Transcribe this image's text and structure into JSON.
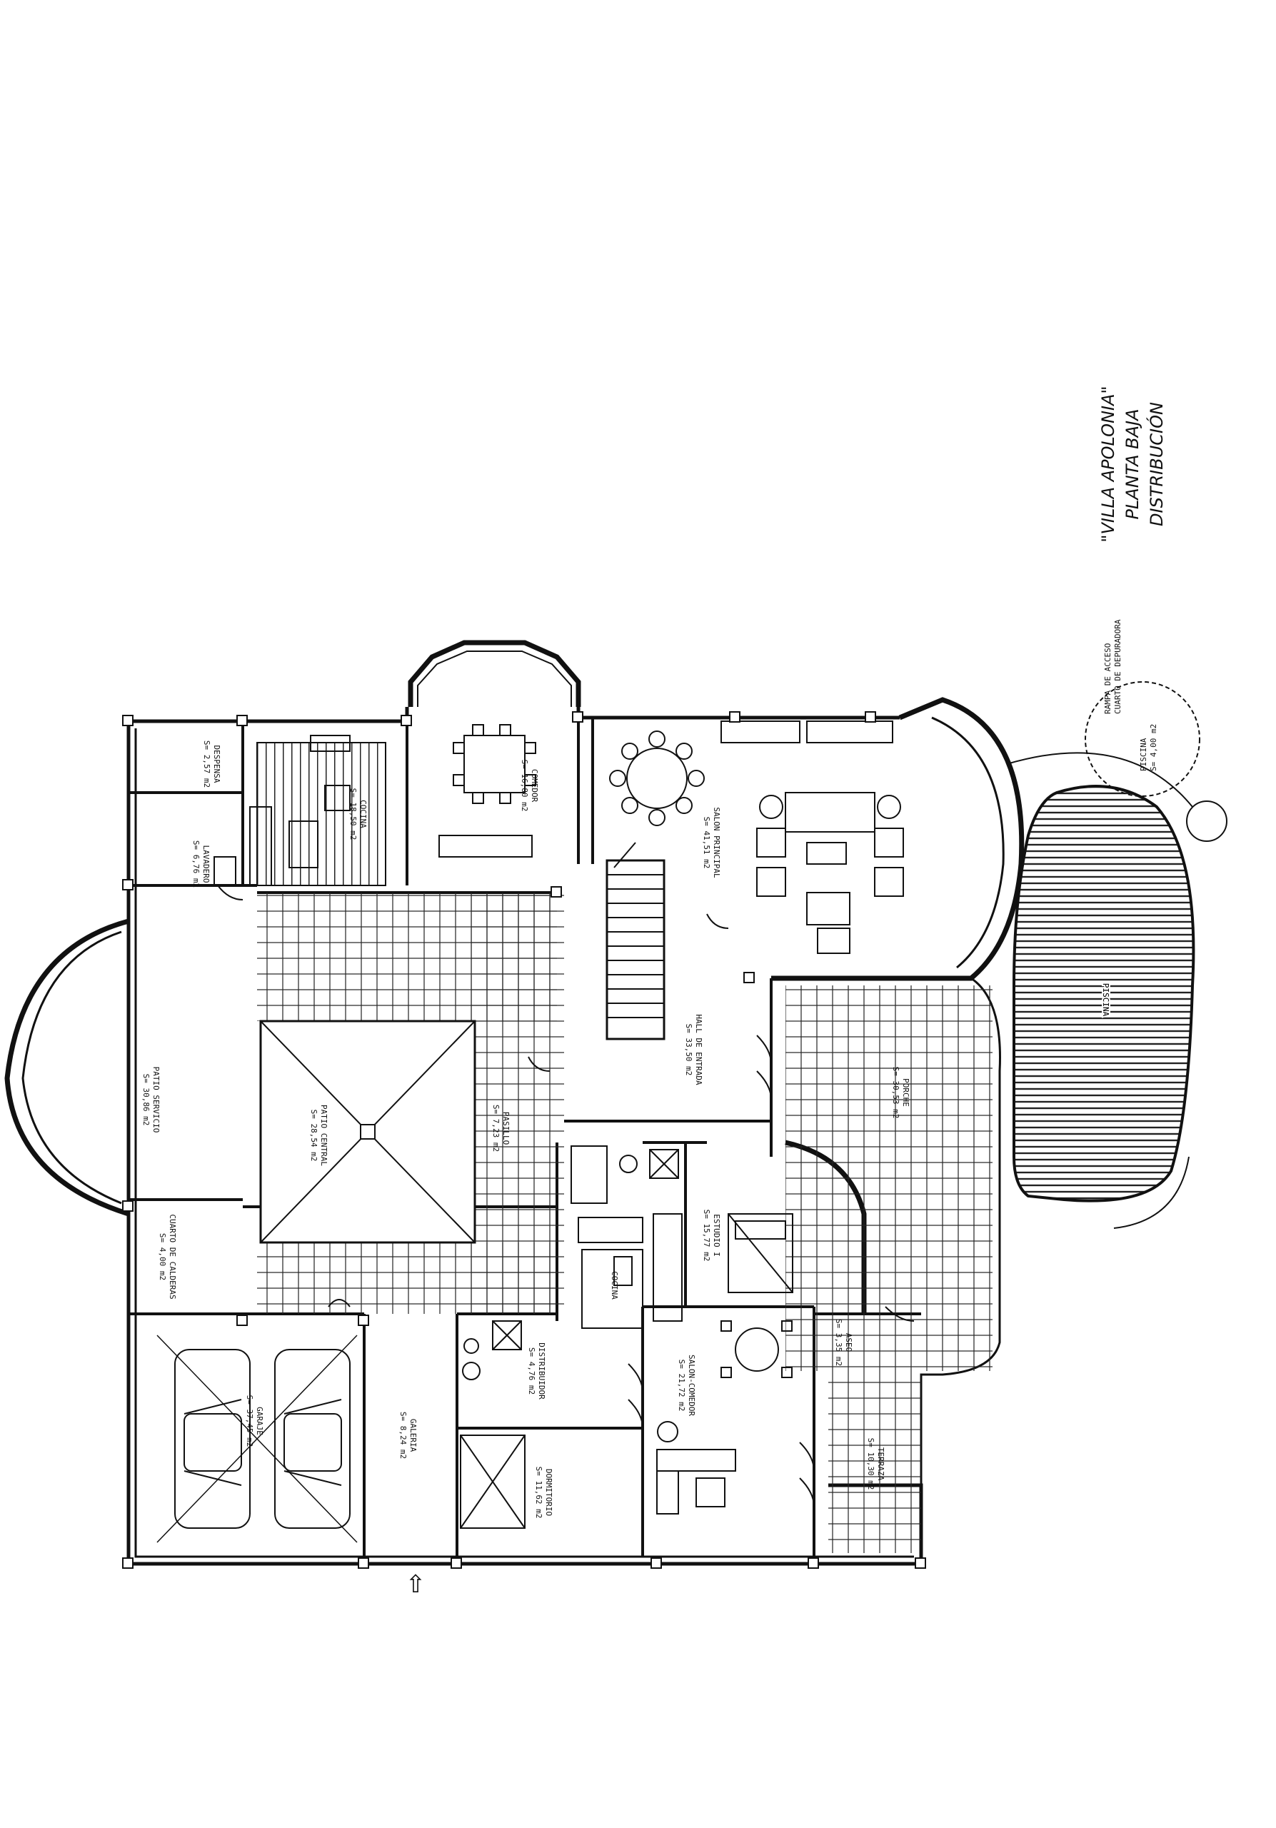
{
  "title_block": {
    "line1": "\"VILLA APOLONIA\"",
    "line2": "PLANTA BAJA",
    "line3": "DISTRIBUCIÓN"
  },
  "rooms": {
    "despensa": {
      "name": "DESPENSA",
      "area": "S= 2,57 m2"
    },
    "cocina": {
      "name": "COCINA",
      "area": "S= 18,50 m2"
    },
    "comedor": {
      "name": "COMEDOR",
      "area": "S= 16,80 m2"
    },
    "salon": {
      "name": "SALON PRINCIPAL",
      "area": "S= 41,51 m2"
    },
    "lavadero": {
      "name": "LAVADERO",
      "area": "S= 6,76 m2"
    },
    "patio_servicio": {
      "name": "PATIO SERVICIO",
      "area": "S= 30,86 m2"
    },
    "patio_central": {
      "name": "PATIO CENTRAL",
      "area": "S= 28,54 m2"
    },
    "hall": {
      "name": "HALL DE ENTRADA",
      "area": "S= 33,50 m2"
    },
    "porche": {
      "name": "PORCHE",
      "area": "S= 30,53 m2"
    },
    "estudio": {
      "name": "ESTUDIO I",
      "area": "S= 15,77 m2"
    },
    "cuarto_calderas": {
      "name": "CUARTO DE CALDERAS",
      "area": "S= 4,00 m2"
    },
    "garaje": {
      "name": "GARAJE",
      "area": "S= 37,45 m2"
    },
    "galeria": {
      "name": "GALERIA",
      "area": "S= 8,24 m2"
    },
    "dormitorio": {
      "name": "DORMITORIO",
      "area": "S= 11,62 m2"
    },
    "distribuidor": {
      "name": "DISTRIBUIDOR",
      "area": "S= 4,76 m2"
    },
    "salon_comedor": {
      "name": "SALON-COMEDOR",
      "area": "S= 21,72 m2"
    },
    "cocina2": {
      "name": "COCINA",
      "area": ""
    },
    "pasillo": {
      "name": "PASILLO",
      "area": "S= 7,23 m2"
    },
    "terraza": {
      "name": "TERRAZA",
      "area": "S= 10,30 m2"
    },
    "aseo": {
      "name": "ASEO",
      "area": "S= 3,35 m2"
    }
  },
  "pool": {
    "name": "PISCINA",
    "area": ""
  },
  "access_note": {
    "line1": "RAMPA DE ACCESO",
    "line2": "CUARTO DE DEPURADORA",
    "line3": "PISCINA",
    "line4": "S= 4,00 m2"
  },
  "entry_marker": "⇧"
}
